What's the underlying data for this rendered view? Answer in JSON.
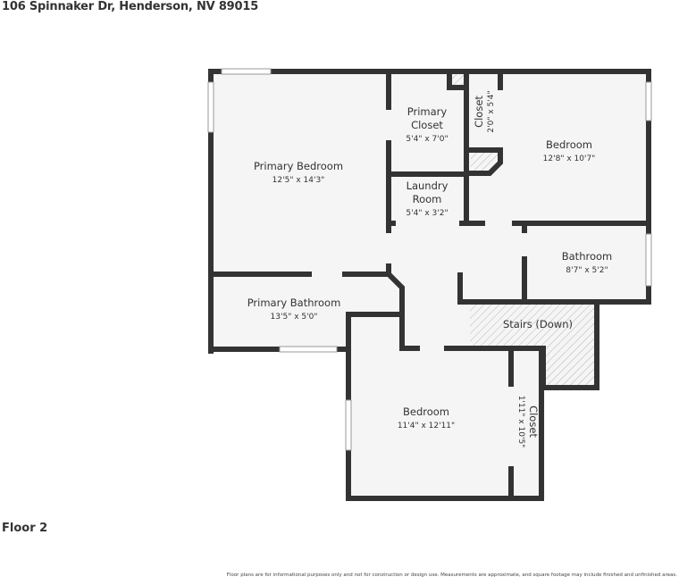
{
  "header": {
    "address": "106 Spinnaker Dr, Henderson, NV 89015"
  },
  "floor": {
    "label": "Floor 2"
  },
  "footer": {
    "disclaimer": "Floor plans are for informational purposes only and not for construction or design use. Measurements are approximate, and square footage may include finished and unfinished areas."
  },
  "colors": {
    "wall": "#333333",
    "floor": "#f5f5f5",
    "hatch": "#bbbbbb"
  },
  "rooms": [
    {
      "id": "primary-bedroom",
      "name": "Primary Bedroom",
      "dims": "12'5\" x 14'3\""
    },
    {
      "id": "primary-closet",
      "name_line1": "Primary",
      "name_line2": "Closet",
      "dims": "5'4\" x 7'0\""
    },
    {
      "id": "closet-upper",
      "name": "Closet",
      "dims": "2'0\" x 5'4\""
    },
    {
      "id": "bedroom-upper",
      "name": "Bedroom",
      "dims": "12'8\" x 10'7\""
    },
    {
      "id": "laundry-room",
      "name_line1": "Laundry",
      "name_line2": "Room",
      "dims": "5'4\" x 3'2\""
    },
    {
      "id": "bathroom",
      "name": "Bathroom",
      "dims": "8'7\" x 5'2\""
    },
    {
      "id": "primary-bathroom",
      "name": "Primary Bathroom",
      "dims": "13'5\" x 5'0\""
    },
    {
      "id": "stairs",
      "name": "Stairs (Down)"
    },
    {
      "id": "bedroom-lower",
      "name": "Bedroom",
      "dims": "11'4\" x 12'11\""
    },
    {
      "id": "closet-lower",
      "name": "Closet",
      "dims": "1'11\" x 10'5\""
    }
  ]
}
